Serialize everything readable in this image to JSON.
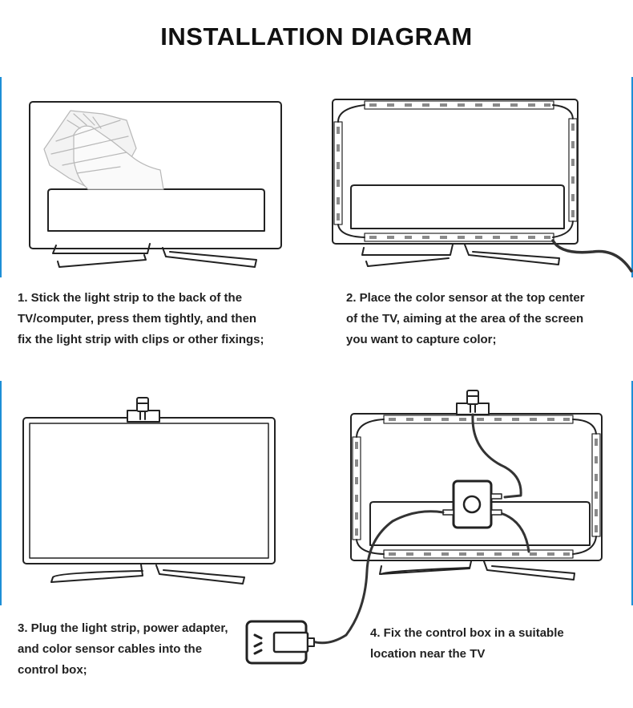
{
  "title": "INSTALLATION DIAGRAM",
  "colors": {
    "accent": "#1e8fd6",
    "outline": "#222222"
  },
  "steps": [
    {
      "lines": [
        "1. Stick the light strip to the back of the",
        "TV/computer, press them tightly, and then",
        "fix the light strip with clips or other fixings;"
      ]
    },
    {
      "lines": [
        "2. Place the color sensor at the top center",
        "of the TV, aiming at the area of the screen",
        "you want to capture color;"
      ]
    },
    {
      "lines": [
        "3. Plug the light strip, power adapter,",
        "and color sensor cables into the",
        "control box;"
      ]
    },
    {
      "lines": [
        "4. Fix the control box in a suitable",
        "location near the TV"
      ]
    }
  ]
}
